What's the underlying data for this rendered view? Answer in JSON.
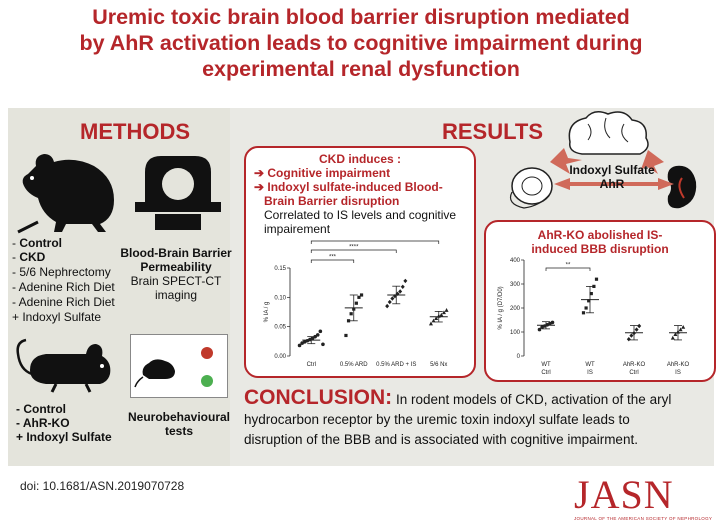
{
  "title": {
    "line1": "Uremic toxic brain blood barrier disruption mediated",
    "line2": "by AhR activation leads to cognitive impairment during",
    "line3": "experimental renal dysfunction"
  },
  "methods": {
    "heading": "METHODS",
    "rat_groups": [
      {
        "prefix": "-  ",
        "text": "Control",
        "bold": true
      },
      {
        "prefix": "-  ",
        "text": "CKD",
        "bold": true
      },
      {
        "prefix": "- ",
        "text": "5/6 Nephrectomy",
        "bold": false
      },
      {
        "prefix": "- ",
        "text": "Adenine Rich Diet",
        "bold": false
      },
      {
        "prefix": "- ",
        "text": "Adenine Rich Diet",
        "bold": false
      },
      {
        "prefix": "+ ",
        "text": "Indoxyl Sulfate",
        "bold": false
      }
    ],
    "bbb_line1": "Blood-Brain Barrier",
    "bbb_line2": "Permeability",
    "bbb_line3": "Brain SPECT-CT",
    "bbb_line4": "imaging",
    "mouse_groups": [
      "- Control",
      "- AhR-KO",
      "+ Indoxyl Sulfate"
    ],
    "neuro_line1": "Neurobehavioural",
    "neuro_line2": "tests"
  },
  "results": {
    "heading": "RESULTS",
    "diagram_label_1": "Indoxyl Sulfate",
    "diagram_label_2": "AhR",
    "ckd": {
      "title": "CKD induces :",
      "bullet1": "Cognitive impairment",
      "bullet2a": "Indoxyl sulfate-induced Blood-",
      "bullet2b": "Brain Barrier disruption",
      "note1": "Correlated to IS levels and cognitive",
      "note2": "impairement"
    },
    "ahr": {
      "title1": "AhR-KO abolished IS-",
      "title2": "induced BBB disruption"
    }
  },
  "conclusion": {
    "label": "CONCLUSION:",
    "line1": "In rodent models of CKD, activation of the aryl",
    "line2": "hydrocarbon receptor by the uremic toxin indoxyl sulfate leads to",
    "line3": "disruption of the BBB and is associated with cognitive impairment."
  },
  "footer": {
    "doi": "doi: 10.1681/ASN.2019070728",
    "logo": "JASN",
    "journal": "JOURNAL OF THE AMERICAN SOCIETY OF NEPHROLOGY"
  },
  "colors": {
    "accent": "#b5262a"
  },
  "chart_data": [
    {
      "type": "scatter",
      "ylabel": "% IA / g",
      "yticks": [
        "0.00",
        "0.05",
        "0.10",
        "0.15"
      ],
      "ylim": [
        0,
        0.15
      ],
      "categories": [
        "Ctrl",
        "0.5% ARD",
        "0.5% ARD + IS",
        "5/6 Nx"
      ],
      "means": [
        0.027,
        0.082,
        0.104,
        0.067
      ],
      "errors": [
        0.006,
        0.022,
        0.015,
        0.009
      ],
      "points": [
        [
          0.018,
          0.022,
          0.024,
          0.026,
          0.028,
          0.03,
          0.033,
          0.036,
          0.042,
          0.02
        ],
        [
          0.035,
          0.06,
          0.072,
          0.08,
          0.09,
          0.1,
          0.104
        ],
        [
          0.085,
          0.092,
          0.098,
          0.102,
          0.106,
          0.11,
          0.118,
          0.128
        ],
        [
          0.055,
          0.06,
          0.064,
          0.068,
          0.07,
          0.074,
          0.078
        ]
      ],
      "significance": [
        "***",
        "****",
        "****"
      ]
    },
    {
      "type": "scatter",
      "ylabel": "% IA / g (D7/D0)",
      "yticks": [
        "0",
        "100",
        "200",
        "300",
        "400"
      ],
      "ylim": [
        0,
        400
      ],
      "categories": [
        "WT Ctrl",
        "WT IS",
        "AhR-KO Ctrl",
        "AhR-KO IS"
      ],
      "means": [
        128,
        235,
        97,
        97
      ],
      "errors": [
        15,
        55,
        30,
        30
      ],
      "points": [
        [
          110,
          120,
          125,
          130,
          135,
          140
        ],
        [
          180,
          200,
          230,
          260,
          290,
          320
        ],
        [
          70,
          85,
          95,
          110,
          125
        ],
        [
          75,
          90,
          100,
          110,
          120
        ]
      ],
      "significance": [
        "**"
      ]
    }
  ]
}
